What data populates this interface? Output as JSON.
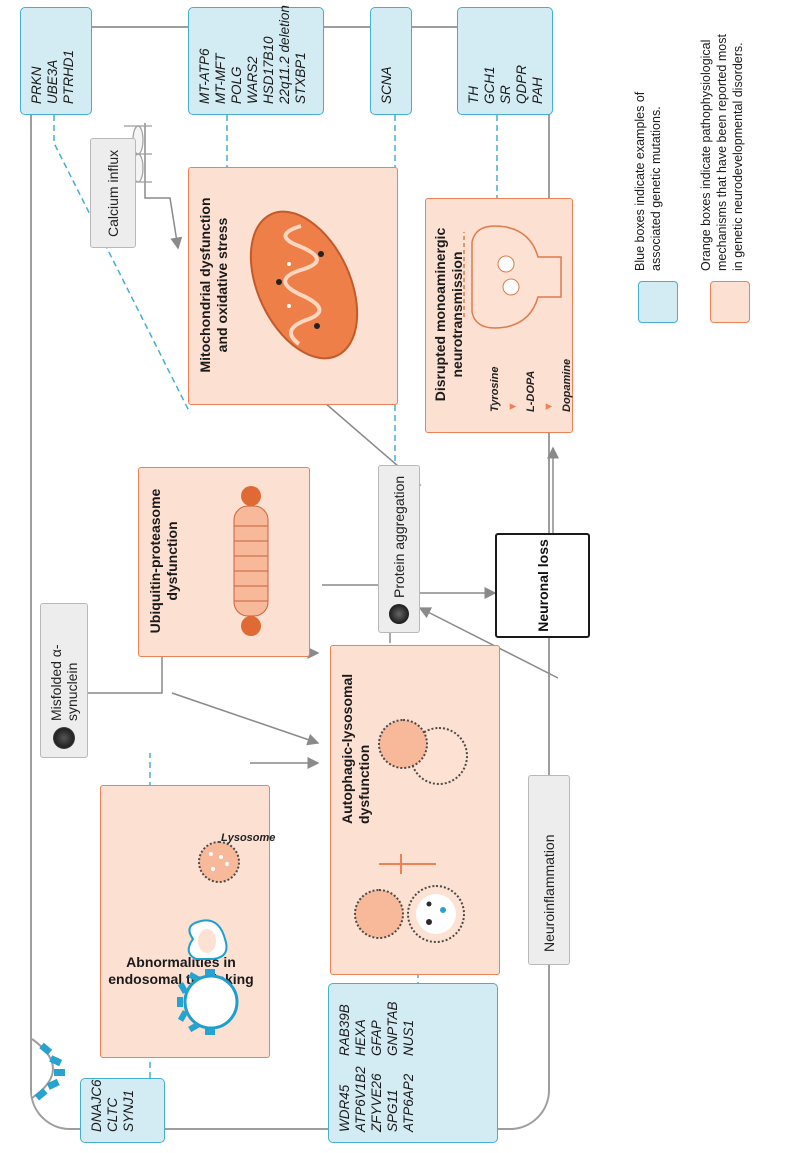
{
  "gene_boxes": {
    "endosomal": [
      "DNAJC6",
      "CLTC",
      "SYNJ1"
    ],
    "autophagic": [
      "WDR45",
      "ATP6V1B2",
      "ZFYVE26",
      "SPG11",
      "ATP6AP2",
      "RAB39B",
      "HEXA",
      "GFAP",
      "GNPTAB",
      "NUS1"
    ],
    "ubiquitin": [
      "PRKN",
      "UBE3A",
      "PTRHD1"
    ],
    "mitochondrial": [
      "MT-ATP6",
      "MT-MFT",
      "POLG",
      "WARS2",
      "HSD17B10",
      "22q11.2 deletion",
      "STXBP1"
    ],
    "protein_aggregation": [
      "SCNA"
    ],
    "monoaminergic": [
      "TH",
      "GCH1",
      "SR",
      "QDPR",
      "PAH"
    ]
  },
  "mechanisms": {
    "endosomal": "Abnormalities in\nendosomal trafficking",
    "autophagic": "Autophagic-lysosomal\ndysfunction",
    "ubiquitin": "Ubiquitin-proteasome\ndysfunction",
    "mitochondrial": "Mitochondrial dysfunction\nand oxidative stress",
    "monoaminergic": "Disrupted monoaminergic\nneurotransmission"
  },
  "labels": {
    "lysosome": "Lysosome",
    "misfolded": "Misfolded α-synuclein",
    "calcium": "Calcium influx",
    "protein_aggregation": "Protein aggregation",
    "neuroinflammation": "Neuroinflammation",
    "neuronal_loss": "Neuronal loss",
    "tyrosine": "Tyrosine",
    "ldopa": "L-DOPA",
    "dopamine": "Dopamine"
  },
  "legend": {
    "blue": "Blue boxes indicate examples of\nassociated genetic mutations.",
    "orange": "Orange boxes indicate pathophysiological\nmechanisms that have been reported most\nin genetic neurodevelopmental disorders."
  },
  "colors": {
    "blue_fill": "#d3ecf4",
    "blue_border": "#46aed0",
    "orange_fill": "#fce0d2",
    "orange_border": "#ee8256",
    "gray_fill": "#ededed",
    "arrow": "#8a8a8a"
  }
}
